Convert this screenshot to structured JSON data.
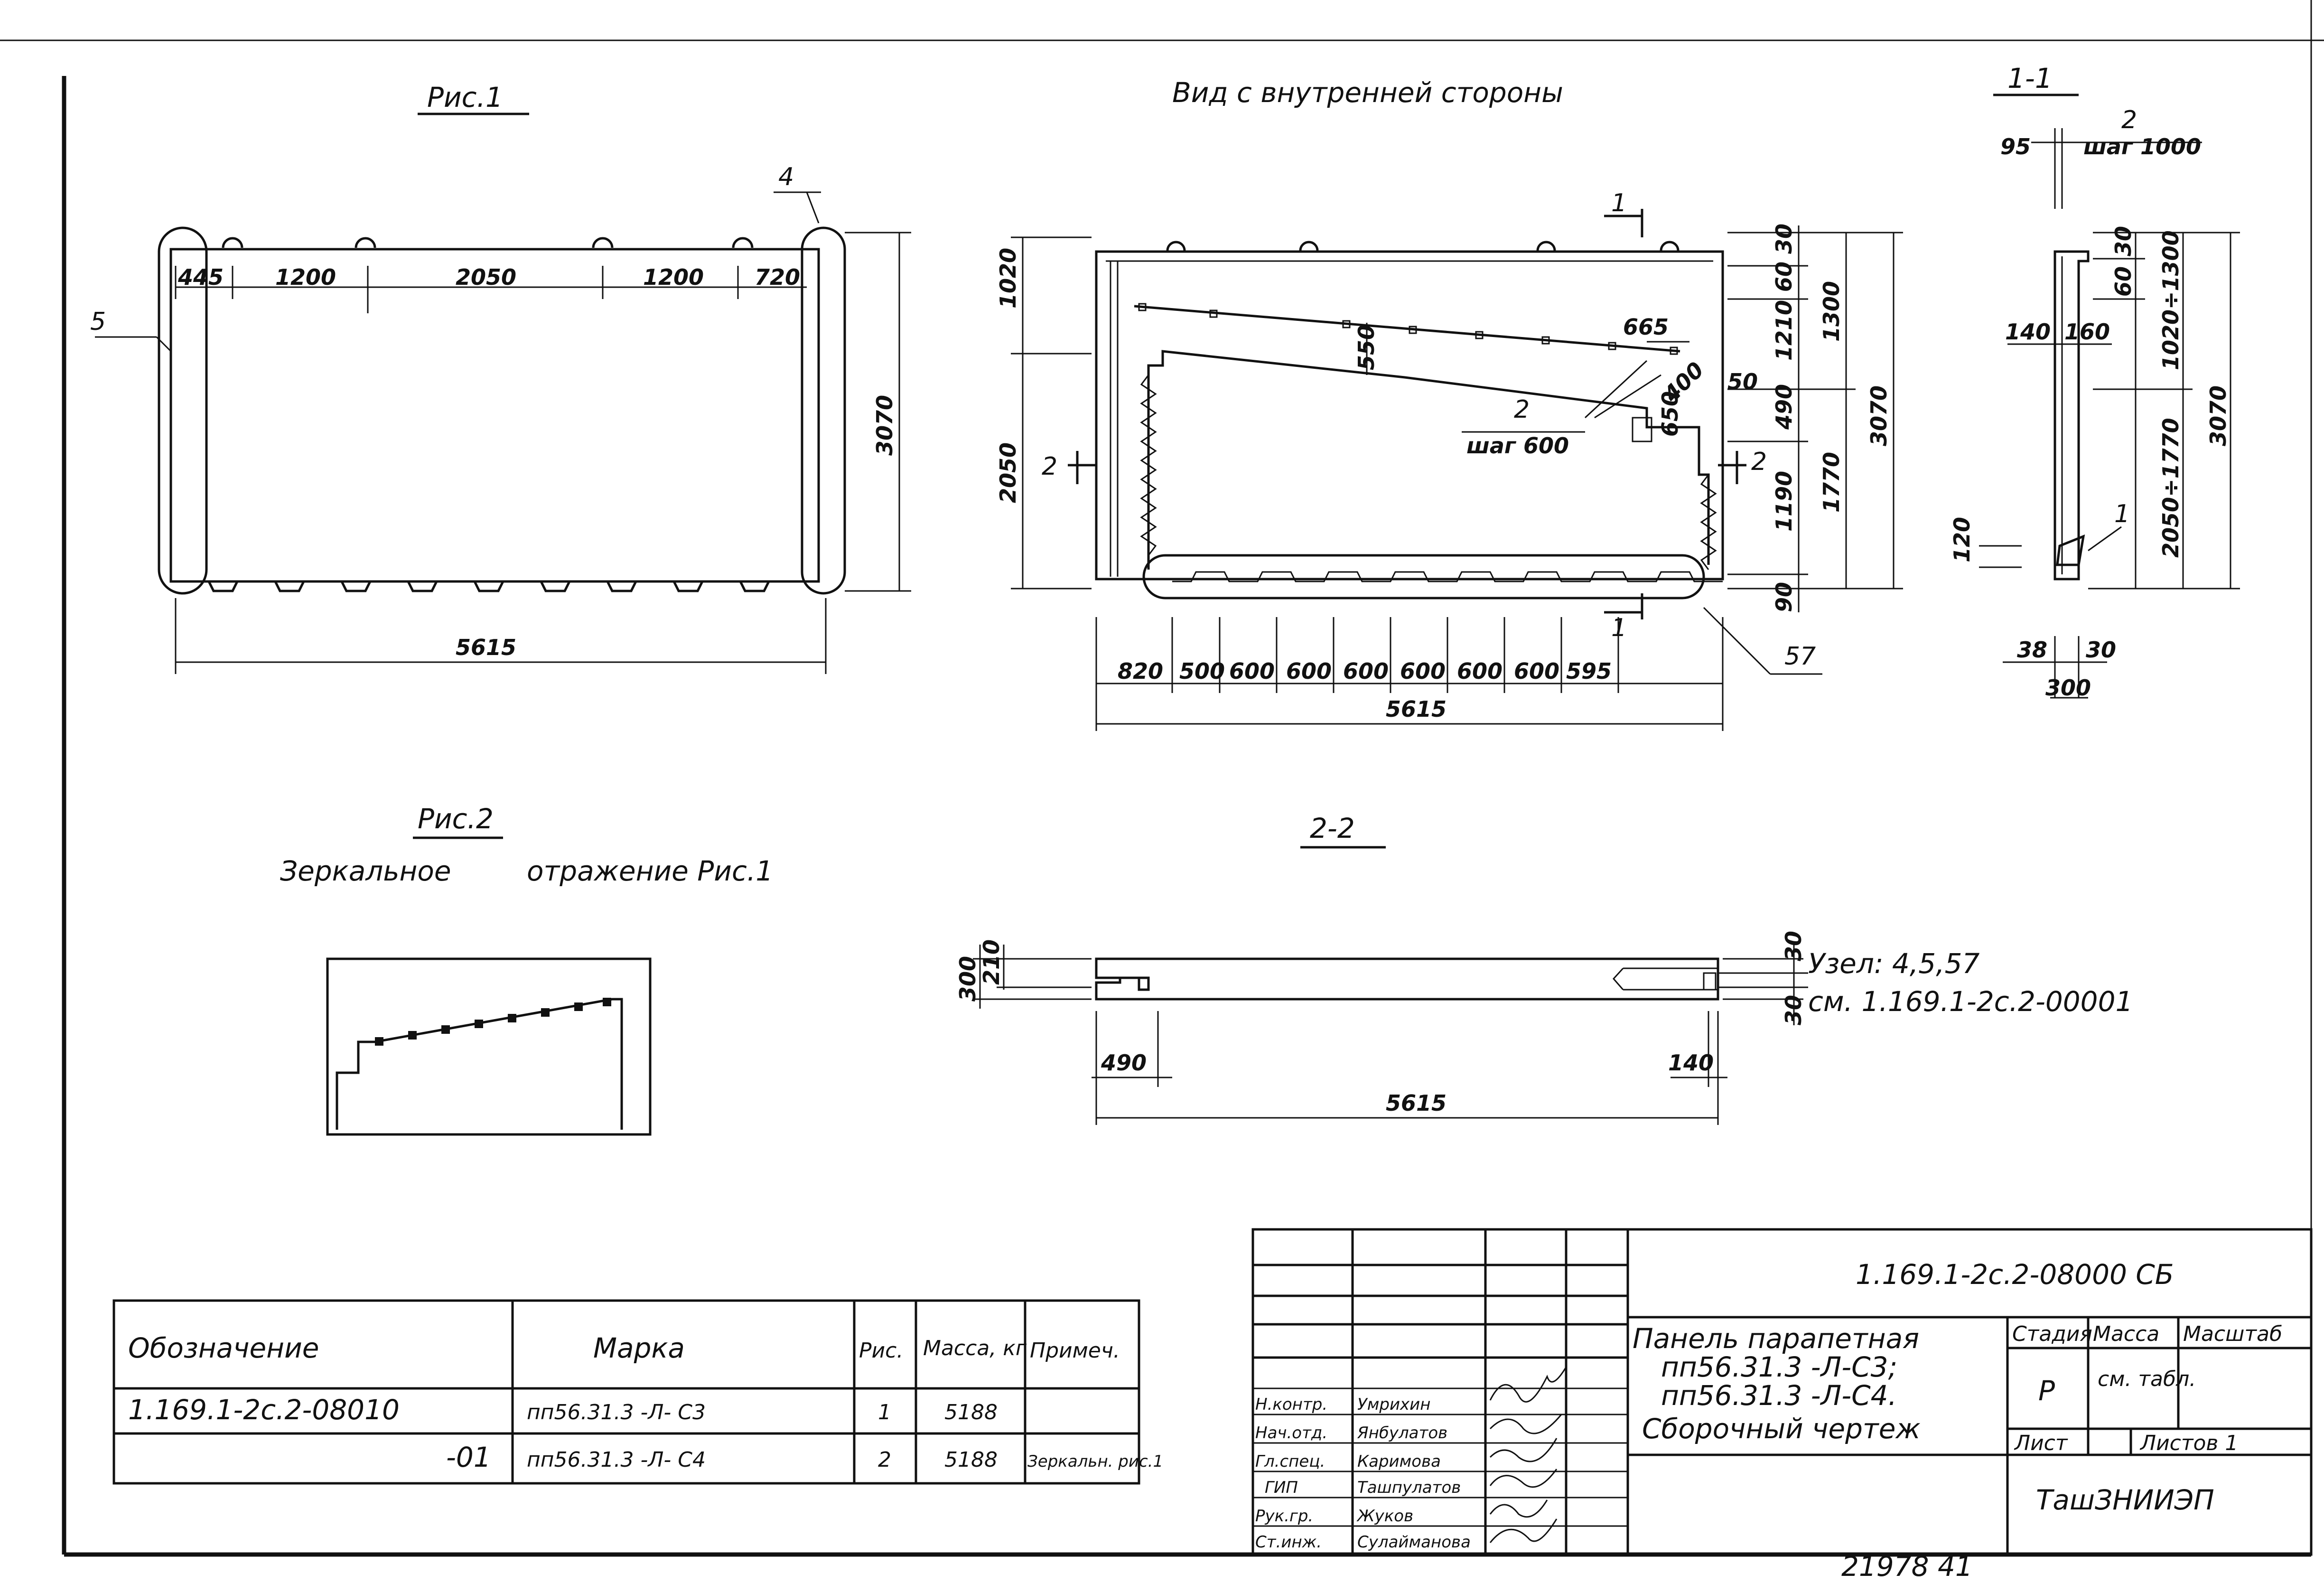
{
  "figures": {
    "fig1_title": "Рис.1",
    "fig2_title": "Рис.2",
    "fig2_caption_a": "Зеркальное",
    "fig2_caption_b": "отражение Рис.1",
    "inner_view_title": "Вид с внутренней стороны",
    "section_1_title": "1-1",
    "section_2_title": "2-2"
  },
  "fig1": {
    "dims_top": [
      "445",
      "1200",
      "2050",
      "1200",
      "720"
    ],
    "dim_bottom": "5615",
    "dim_right": "3070",
    "callout_left": "5",
    "callout_right": "4"
  },
  "inner_view": {
    "dim_left_top": "1020",
    "dim_left_bottom": "2050",
    "dim_550": "550",
    "dim_665": "665",
    "dim_400": "400",
    "dim_650": "650",
    "dim_50": "50",
    "step_label": "2",
    "step_text": "шаг 600",
    "cut_1": "1",
    "cut_2": "2",
    "callout_57": "57",
    "dims_bottom": [
      "820",
      "500",
      "600",
      "600",
      "600",
      "600",
      "600",
      "600",
      "595"
    ],
    "dim_total": "5615",
    "dims_right_col1": [
      "30",
      "60",
      "1210",
      "490",
      "1190",
      "90"
    ],
    "dims_right_col2": [
      "1300",
      "1770"
    ],
    "dim_right_total": "3070"
  },
  "section_1_1": {
    "dim_95": "95",
    "step_label": "2",
    "step_text": "шаг 1000",
    "dim_30": "30",
    "dim_60": "60",
    "dim_140": "140",
    "dim_160": "160",
    "dim_range_top": "1020÷1300",
    "dim_range_bottom": "2050÷1770",
    "dim_total": "3070",
    "dim_120": "120",
    "callout_1": "1",
    "dim_38": "38",
    "dim_30b": "30",
    "dim_300": "300"
  },
  "section_2_2": {
    "dim_300": "300",
    "dim_210": "210",
    "dim_30_top": "30",
    "dim_30_bottom": "30",
    "dim_490": "490",
    "dim_140": "140",
    "dim_total": "5615",
    "node_text": "Узел: 4,5,57",
    "ref_text": "см. 1.169.1-2с.2-00001"
  },
  "spec_table": {
    "headers": [
      "Обозначение",
      "Марка",
      "Рис.",
      "Масса, кг",
      "Примеч."
    ],
    "rows": [
      [
        "1.169.1-2с.2-08010",
        "пп56.31.3 -Л- С3",
        "1",
        "5188",
        ""
      ],
      [
        "-01",
        "пп56.31.3 -Л- С4",
        "2",
        "5188",
        "Зеркальн. рис.1"
      ]
    ]
  },
  "title_block": {
    "doc_code": "1.169.1-2с.2-08000 СБ",
    "title_lines": [
      "Панель парапетная",
      "пп56.31.3 -Л-С3;",
      "пп56.31.3 -Л-С4.",
      "Сборочный чертеж"
    ],
    "stage_header": "Стадия",
    "mass_header": "Масса",
    "scale_header": "Масштаб",
    "stage_value": "Р",
    "mass_value": "см. табл.",
    "sheet_label": "Лист",
    "sheets_label": "Листов 1",
    "organization": "ТашЗНИИЭП",
    "roles": [
      {
        "role": "Н.контр.",
        "name": "Умрихин"
      },
      {
        "role": "Нач.отд.",
        "name": "Янбулатов"
      },
      {
        "role": "Гл.спец.",
        "name": "Каримова"
      },
      {
        "role": "ГИП",
        "name": "Ташпулатов"
      },
      {
        "role": "Рук.гр.",
        "name": "Жуков"
      },
      {
        "role": "Ст.инж.",
        "name": "Сулайманова"
      }
    ]
  },
  "footer_number": "21978   41"
}
